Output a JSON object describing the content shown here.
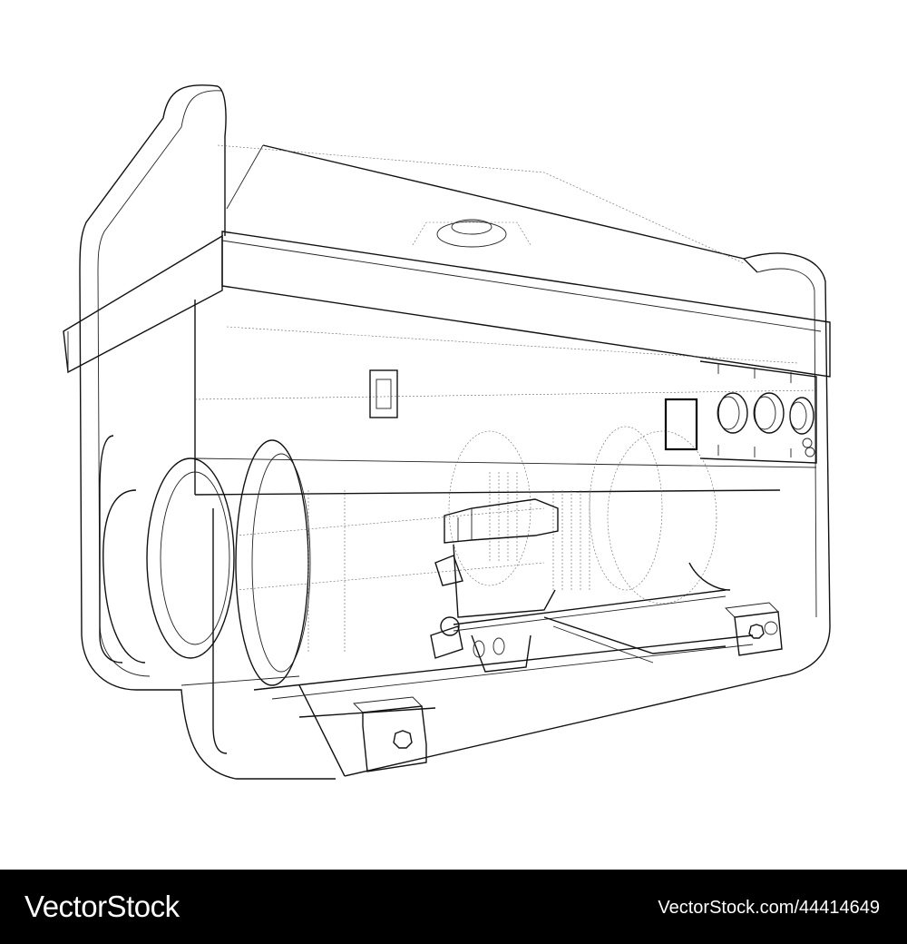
{
  "image": {
    "subject": "generator-wireframe-drawing",
    "background_color": "#ffffff",
    "line_color": "#111111"
  },
  "banner": {
    "brand": "VectorStock",
    "reference": "VectorStock.com/44414649",
    "background_color": "#000000",
    "text_color": "#ffffff"
  }
}
